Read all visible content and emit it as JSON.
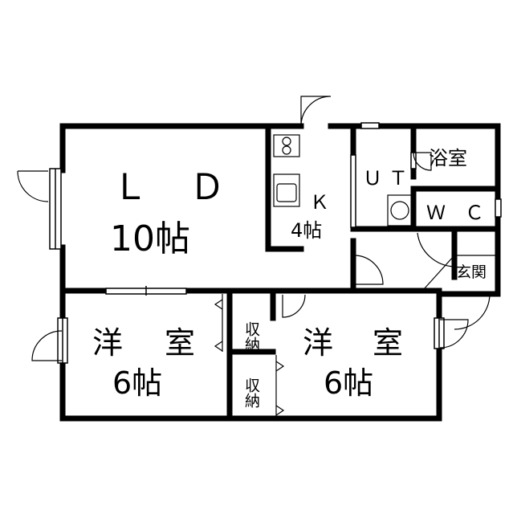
{
  "rooms": {
    "ld": {
      "line1": "ＬＤ",
      "line2": "10帖"
    },
    "kitchen": {
      "line1": "Ｋ",
      "line2": "4帖"
    },
    "utility": {
      "label": "ＵＴ"
    },
    "bath": {
      "label": "浴室"
    },
    "wc": {
      "label": "ＷＣ"
    },
    "entrance": {
      "label": "玄関"
    },
    "western_left": {
      "line1": "洋 室",
      "line2": "6帖"
    },
    "western_right": {
      "line1": "洋 室",
      "line2": "6帖"
    },
    "storage_upper": {
      "label": "収納"
    },
    "storage_lower": {
      "label": "収納"
    }
  },
  "colors": {
    "wall": "#000000",
    "background": "#ffffff"
  }
}
